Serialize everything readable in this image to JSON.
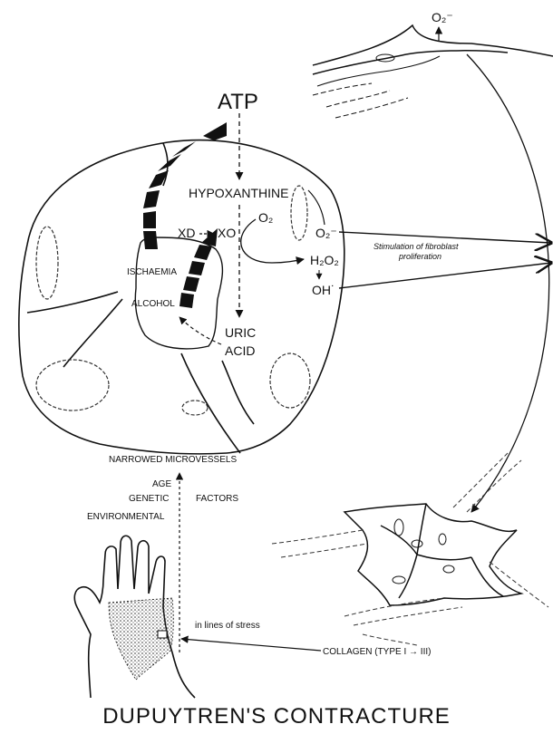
{
  "diagram": {
    "labels": {
      "superoxide_top": "O₂⁻",
      "atp": "ATP",
      "hypoxanthine": "HYPOXANTHINE",
      "xd": "XD",
      "xo": "XO",
      "o2": "O₂",
      "superoxide": "O₂⁻",
      "h2o2": "H₂O₂",
      "oh": "OH˙",
      "ischaemia": "ISCHAEMIA",
      "alcohol": "ALCOHOL",
      "uric": "URIC",
      "acid": "ACID",
      "stimulation_line1": "Stimulation of fibroblast",
      "stimulation_line2": "proliferation",
      "narrowed_microvessels": "NARROWED MICROVESSELS",
      "age": "AGE",
      "genetic": "GENETIC",
      "environmental": "ENVIRONMENTAL",
      "factors": "FACTORS",
      "lines_of_stress": "in lines of stress",
      "collagen": "COLLAGEN (TYPE I → III)",
      "title": "DUPUYTREN'S CONTRACTURE"
    },
    "colors": {
      "ink": "#111111",
      "background": "#ffffff"
    }
  }
}
